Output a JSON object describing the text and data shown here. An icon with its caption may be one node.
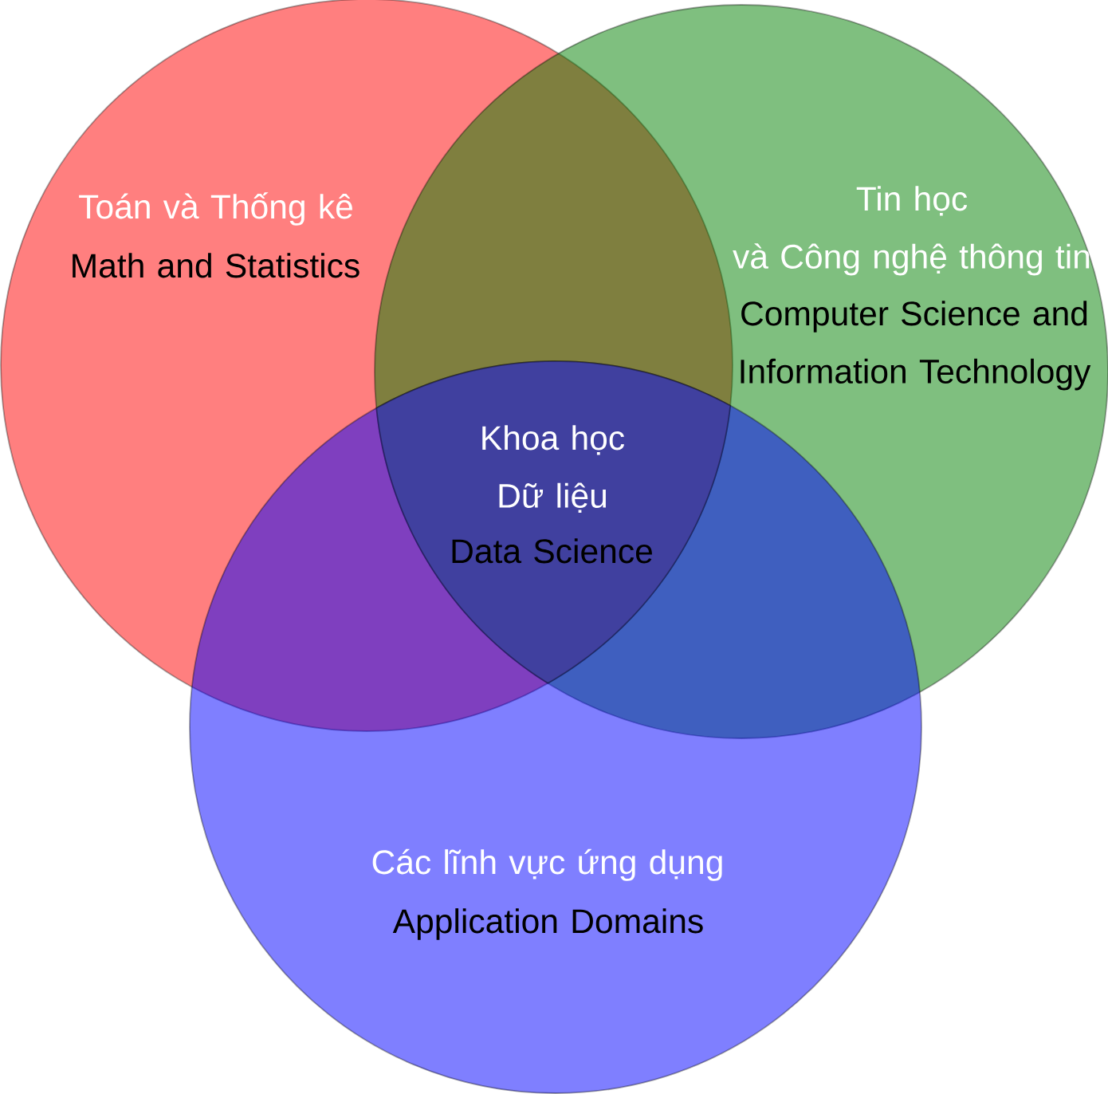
{
  "diagram": {
    "nodes": [
      {
        "text": [
          "Toán và Thống kê",
          "Math and Statistics"
        ]
      },
      {
        "text": [
          "Tin học và Công nghệ thông tin",
          "Computer Science and Information Technology"
        ]
      },
      {
        "text": [
          "Khoa học Dữ liệu",
          "Data Science"
        ]
      },
      {
        "text": [
          "Các lĩnh vực ứng dụng",
          "Application Domains"
        ]
      }
    ]
  }
}
